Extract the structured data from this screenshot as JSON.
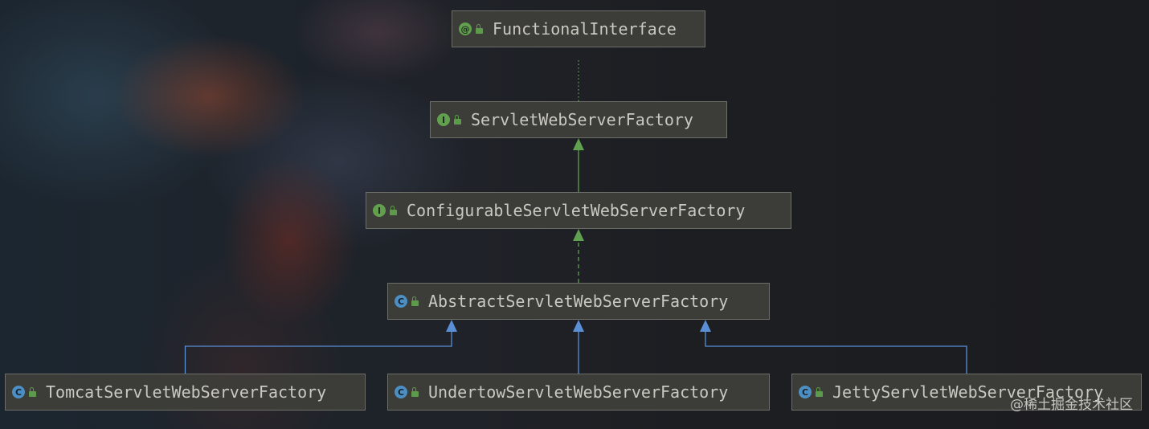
{
  "nodes": [
    {
      "id": "functional-interface",
      "label": "FunctionalInterface",
      "kind": "annotation",
      "kind_glyph": "@"
    },
    {
      "id": "servlet-web-server-factory",
      "label": "ServletWebServerFactory",
      "kind": "interface",
      "kind_glyph": "I"
    },
    {
      "id": "configurable-servlet-web-server-factory",
      "label": "ConfigurableServletWebServerFactory",
      "kind": "interface",
      "kind_glyph": "I"
    },
    {
      "id": "abstract-servlet-web-server-factory",
      "label": "AbstractServletWebServerFactory",
      "kind": "class",
      "kind_glyph": "C"
    },
    {
      "id": "tomcat-servlet-web-server-factory",
      "label": "TomcatServletWebServerFactory",
      "kind": "class",
      "kind_glyph": "C"
    },
    {
      "id": "undertow-servlet-web-server-factory",
      "label": "UndertowServletWebServerFactory",
      "kind": "class",
      "kind_glyph": "C"
    },
    {
      "id": "jetty-servlet-web-server-factory",
      "label": "JettyServletWebServerFactory",
      "kind": "class",
      "kind_glyph": "C"
    }
  ],
  "edges": [
    {
      "from": "servlet-web-server-factory",
      "to": "functional-interface",
      "relation": "annotated-by",
      "style": "dotted",
      "color": "#5fa150"
    },
    {
      "from": "configurable-servlet-web-server-factory",
      "to": "servlet-web-server-factory",
      "relation": "extends",
      "style": "solid",
      "color": "#5fa150"
    },
    {
      "from": "abstract-servlet-web-server-factory",
      "to": "configurable-servlet-web-server-factory",
      "relation": "implements",
      "style": "dashed",
      "color": "#5fa150"
    },
    {
      "from": "tomcat-servlet-web-server-factory",
      "to": "abstract-servlet-web-server-factory",
      "relation": "extends",
      "style": "solid",
      "color": "#5a8fd6"
    },
    {
      "from": "undertow-servlet-web-server-factory",
      "to": "abstract-servlet-web-server-factory",
      "relation": "extends",
      "style": "solid",
      "color": "#5a8fd6"
    },
    {
      "from": "jetty-servlet-web-server-factory",
      "to": "abstract-servlet-web-server-factory",
      "relation": "extends",
      "style": "solid",
      "color": "#5a8fd6"
    }
  ],
  "icons": {
    "annotation": "annotation-icon",
    "interface": "interface-icon",
    "class": "class-icon",
    "visibility": "public-lock-icon"
  },
  "colors": {
    "interface_edge": "#5fa150",
    "class_edge": "#5a8fd6",
    "node_fill": "#3e3e3a",
    "node_text": "#c9c9c2"
  },
  "watermark": "@稀土掘金技术社区"
}
